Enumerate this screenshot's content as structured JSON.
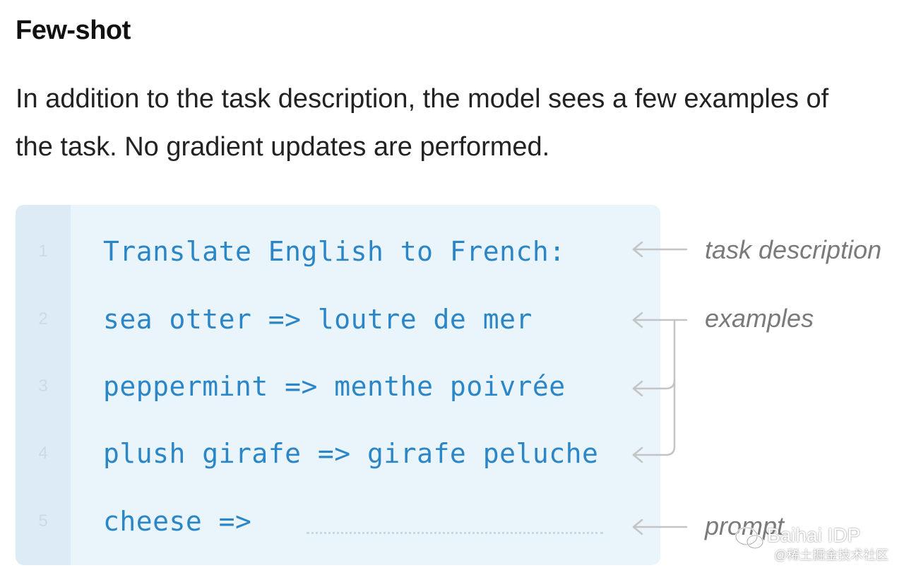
{
  "heading": "Few-shot",
  "description": "In addition to the task description, the model sees a few examples of the task. No gradient updates are performed.",
  "code": {
    "lines": [
      {
        "number": "1",
        "text": "Translate English to French:"
      },
      {
        "number": "2",
        "text": "sea otter => loutre de mer"
      },
      {
        "number": "3",
        "text": "peppermint => menthe poivrée"
      },
      {
        "number": "4",
        "text": "plush girafe => girafe peluche"
      },
      {
        "number": "5",
        "text": "cheese =>"
      }
    ]
  },
  "annotations": {
    "task_description": "task description",
    "examples": "examples",
    "prompt": "prompt"
  },
  "watermark": {
    "main": "Baihai IDP",
    "sub": "@稀土掘金技术社区"
  },
  "colors": {
    "code_text": "#2a86c7",
    "code_bg": "#eaf4fb",
    "gutter_bg": "#dcebf6",
    "annotation": "#7a7a7a",
    "arrow": "#c4c4c4"
  }
}
